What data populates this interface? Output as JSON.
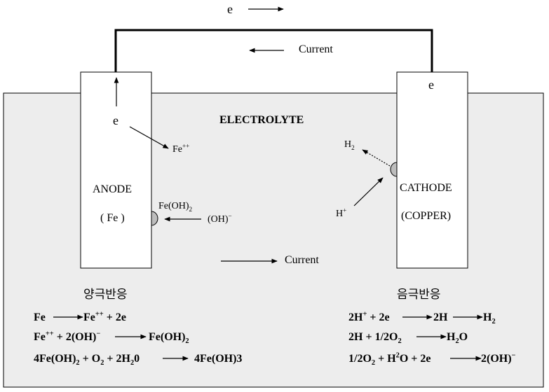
{
  "top": {
    "electron_label": "e",
    "current_label": "Current"
  },
  "cell": {
    "electrolyte_title": "ELECTROLYTE",
    "current_label": "Current"
  },
  "anode": {
    "electron_label": "e",
    "fe_ion_base": "Fe",
    "fe_ion_sup": "++",
    "name": "ANODE",
    "material": "( Fe )",
    "feoh2_base": "Fe(OH)",
    "feoh2_sub": "2",
    "oh_base": "(OH)",
    "oh_sup": "−"
  },
  "cathode": {
    "electron_label": "e",
    "h2_base": "H",
    "h2_sub": "2",
    "hplus_base": "H",
    "hplus_sup": "+",
    "name": "CATHODE",
    "material": "(COPPER)"
  },
  "anode_reactions": {
    "title": "양극반응",
    "r1": {
      "a": "Fe",
      "b": "Fe",
      "b_sup": "++",
      "c": " + 2e"
    },
    "r2": {
      "a": "Fe",
      "a_sup": "++",
      "b": " + 2(OH)",
      "b_sup": "−",
      "c": "Fe(OH)",
      "c_sub": "2"
    },
    "r3": {
      "a": "4Fe(OH)",
      "a_sub": "2",
      "b": " + O",
      "b_sub": "2",
      "c": " + 2H",
      "c_sub": "2",
      "d": "0",
      "e": "4Fe(OH)3"
    }
  },
  "cathode_reactions": {
    "title": "음극반응",
    "r1": {
      "a": "2H",
      "a_sup": "+",
      "b": " +  2e",
      "c": "2H",
      "d": "H",
      "d_sub": "2"
    },
    "r2": {
      "a": "2H + 1/2O",
      "a_sub": "2",
      "b": "H",
      "b_sub": "2",
      "c": "O"
    },
    "r3": {
      "a": "1/2O",
      "a_sub": "2",
      "b": " + H",
      "b_sup": "2",
      "c": "O + 2e",
      "d": "2(OH)",
      "d_sup": "−"
    }
  }
}
